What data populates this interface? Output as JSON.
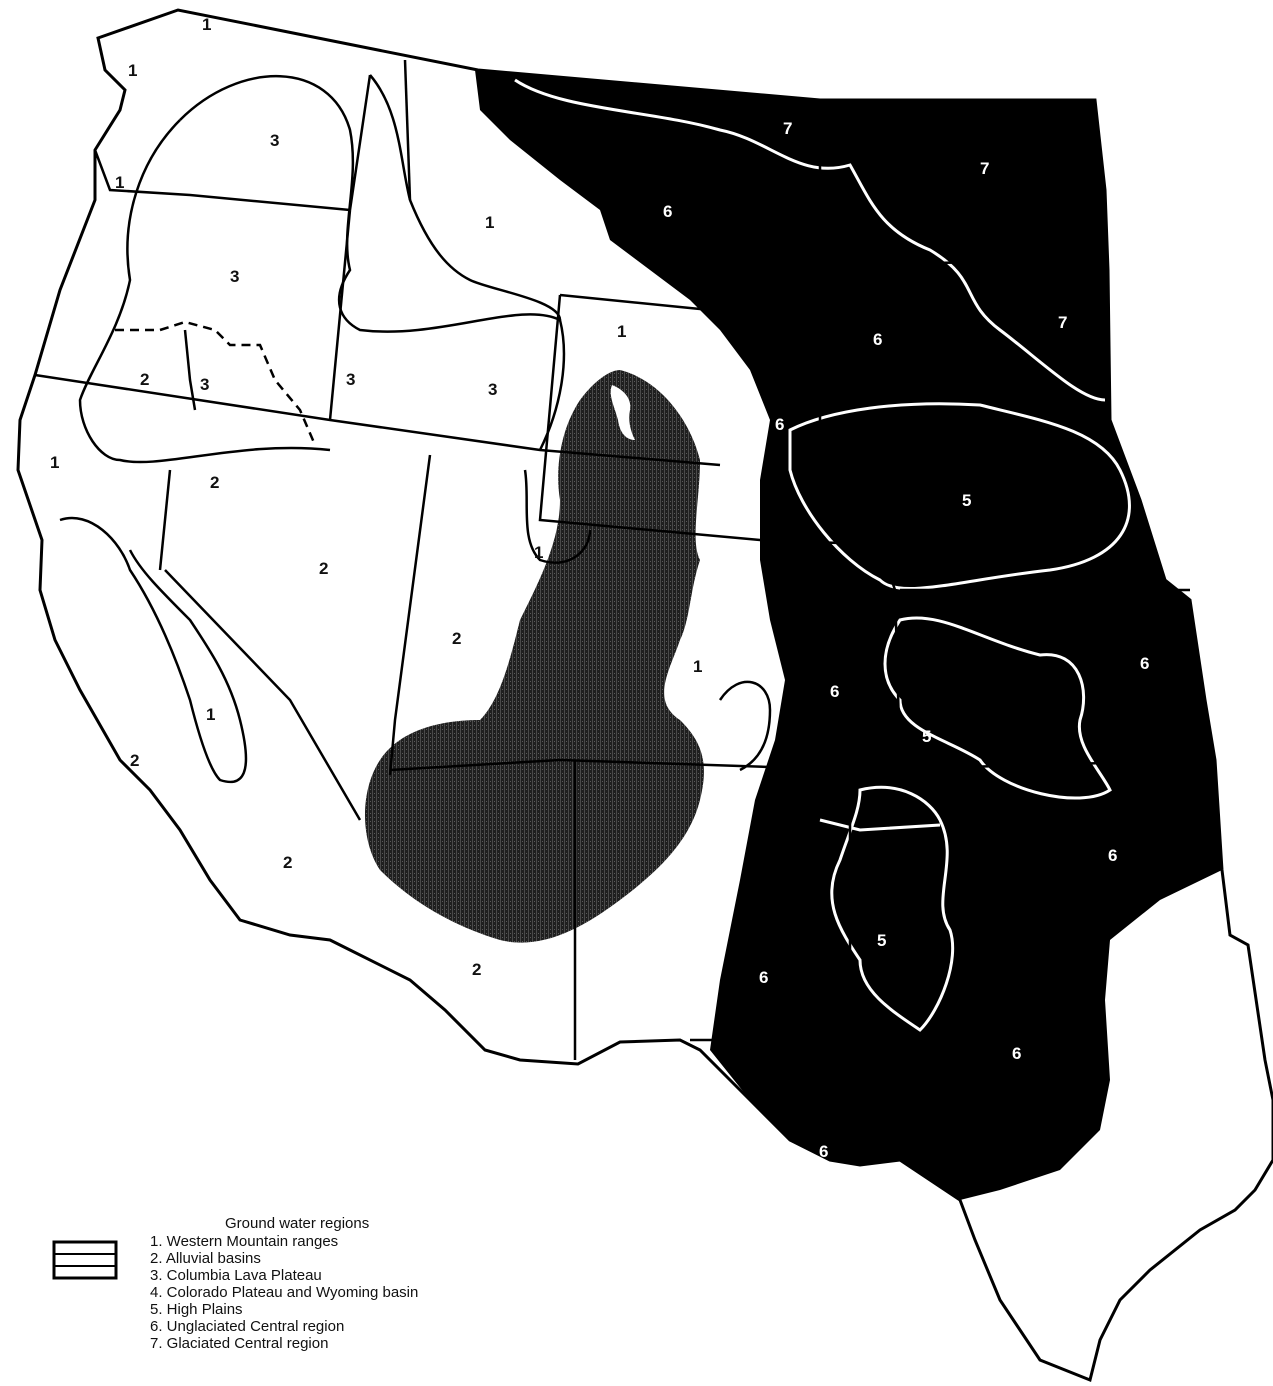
{
  "legend": {
    "title": "Ground water regions",
    "items": [
      "1. Western Mountain ranges",
      "2. Alluvial basins",
      "3. Columbia Lava Plateau",
      "4. Colorado Plateau and Wyoming basin",
      "5. High Plains",
      "6. Unglaciated Central region",
      "7. Glaciated Central region"
    ]
  },
  "labels": {
    "wa_1a": "1",
    "wa_1b": "1",
    "or_1": "1",
    "idn_3": "3",
    "or_3": "3",
    "or_2": "2",
    "or_3b": "3",
    "id_3": "3",
    "id_3b": "3",
    "mt_1": "1",
    "ca_1": "1",
    "nv_2": "2",
    "nv_2b": "2",
    "ut_1": "1",
    "ut_2": "2",
    "ca_1b": "1",
    "ca_2": "2",
    "az_2a": "2",
    "az_2b": "2",
    "wy_1": "1",
    "co_1": "1",
    "mt_6": "6",
    "mt_7": "7",
    "nd_7": "7",
    "sd_6": "6",
    "sd_7": "7",
    "wy_6": "6",
    "ne_5": "5",
    "co_6": "6",
    "ks_5": "5",
    "ks_6": "6",
    "ok_6": "6",
    "tx_5": "5",
    "nm_6": "6",
    "tx_6": "6",
    "tx_6b": "6"
  },
  "colors": {
    "region_dark": "#000000",
    "region_plateau": "#2b2b2b",
    "boundary": "#000000",
    "inner_boundary": "#ffffff",
    "background": "#ffffff"
  }
}
